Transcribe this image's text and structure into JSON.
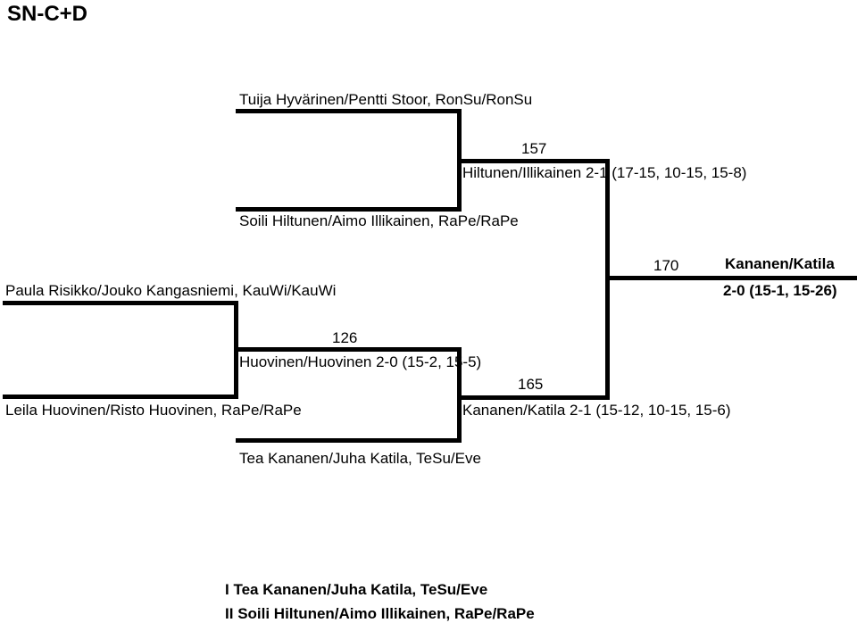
{
  "title": "SN-C+D",
  "bracket": {
    "round1": {
      "top_pair": "Tuija Hyvärinen/Pentti Stoor, RonSu/RonSu",
      "pair_2": "Soili Hiltunen/Aimo Illikainen, RaPe/RaPe",
      "pair_3": "Paula Risikko/Jouko Kangasniemi, KauWi/KauWi",
      "pair_4": "Leila Huovinen/Risto Huovinen, RaPe/RaPe",
      "pair_5": "Tea Kananen/Juha Katila, TeSu/Eve"
    },
    "match_157": {
      "number": "157",
      "result": "Hiltunen/Illikainen 2-1 (17-15, 10-15, 15-8)"
    },
    "match_126": {
      "number": "126",
      "result": "Huovinen/Huovinen 2-0 (15-2, 15-5)"
    },
    "match_165": {
      "number": "165",
      "result": "Kananen/Katila 2-1 (15-12, 10-15, 15-6)"
    },
    "match_170": {
      "number": "170",
      "winner": "Kananen/Katila",
      "score": "2-0 (15-1, 15-26)"
    }
  },
  "standings": [
    {
      "place": "I",
      "name": "Tea Kananen/Juha Katila, TeSu/Eve"
    },
    {
      "place": "II",
      "name": "Soili Hiltunen/Aimo Illikainen, RaPe/RaPe"
    }
  ]
}
